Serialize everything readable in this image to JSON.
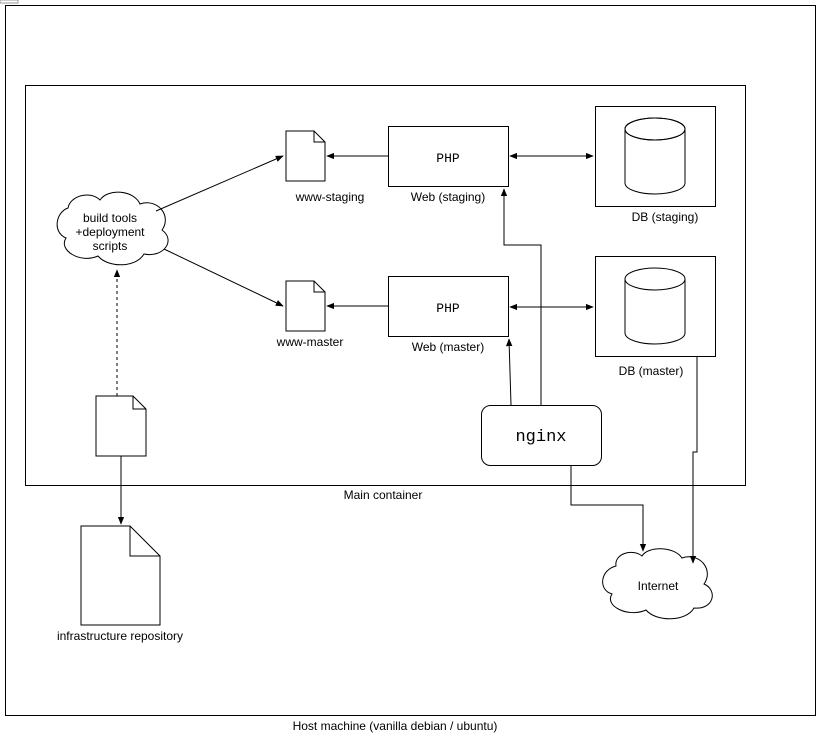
{
  "host": {
    "label": "Host machine (vanilla debian / ubuntu)"
  },
  "main_container": {
    "label": "Main container"
  },
  "build_tools": {
    "line1": "build tools",
    "line2": "+deployment",
    "line3": "scripts"
  },
  "www_staging": {
    "label": "www-staging"
  },
  "www_master": {
    "label": "www-master"
  },
  "web_staging": {
    "inner": "PHP",
    "label": "Web (staging)"
  },
  "web_master": {
    "inner": "PHP",
    "label": "Web (master)"
  },
  "db_staging": {
    "label": "DB (staging)"
  },
  "db_master": {
    "label": "DB (master)"
  },
  "nginx": {
    "label": "nginx"
  },
  "internet": {
    "label": "Internet"
  },
  "infra_repo": {
    "label": "infrastructure repository"
  }
}
